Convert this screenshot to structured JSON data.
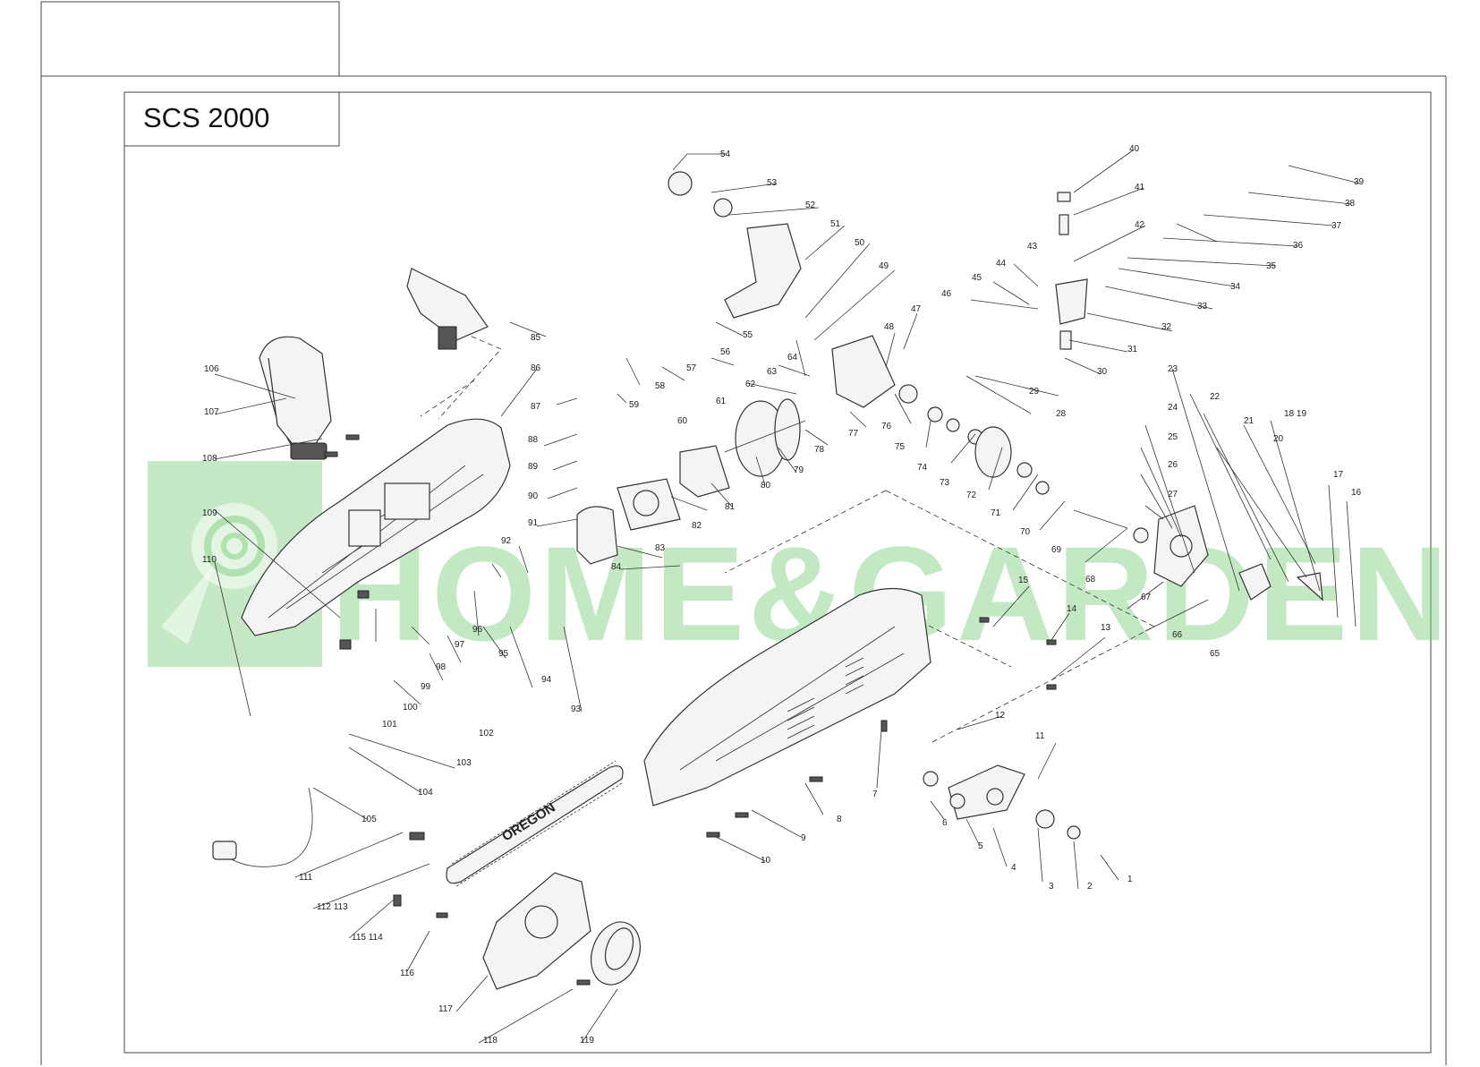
{
  "title": "SCS 2000",
  "watermark": {
    "text": "HOME&GARDEN",
    "color": "#7ccf7c"
  },
  "chain_bar_brand": "OREGON",
  "callouts": {
    "c1": "1",
    "c2": "2",
    "c3": "3",
    "c4": "4",
    "c5": "5",
    "c6": "6",
    "c7": "7",
    "c8": "8",
    "c9": "9",
    "c10": "10",
    "c11": "11",
    "c12": "12",
    "c13": "13",
    "c14": "14",
    "c15": "15",
    "c16": "16",
    "c17": "17",
    "c18_19": "18 19",
    "c20": "20",
    "c21": "21",
    "c22": "22",
    "c23": "23",
    "c24": "24",
    "c25": "25",
    "c26": "26",
    "c27": "27",
    "c28": "28",
    "c29": "29",
    "c30": "30",
    "c31": "31",
    "c32": "32",
    "c33": "33",
    "c34": "34",
    "c35": "35",
    "c36": "36",
    "c37": "37",
    "c38": "38",
    "c39": "39",
    "c40": "40",
    "c41": "41",
    "c42": "42",
    "c43": "43",
    "c44": "44",
    "c45": "45",
    "c46": "46",
    "c47": "47",
    "c48": "48",
    "c49": "49",
    "c50": "50",
    "c51": "51",
    "c52": "52",
    "c53": "53",
    "c54": "54",
    "c55": "55",
    "c56": "56",
    "c57": "57",
    "c58": "58",
    "c59": "59",
    "c60": "60",
    "c61": "61",
    "c62": "62",
    "c63": "63",
    "c64": "64",
    "c65": "65",
    "c66": "66",
    "c67": "67",
    "c68": "68",
    "c69": "69",
    "c70": "70",
    "c71": "71",
    "c72": "72",
    "c73": "73",
    "c74": "74",
    "c75": "75",
    "c76": "76",
    "c77": "77",
    "c78": "78",
    "c79": "79",
    "c80": "80",
    "c81": "81",
    "c82": "82",
    "c83": "83",
    "c84": "84",
    "c85": "85",
    "c86": "86",
    "c87": "87",
    "c88": "88",
    "c89": "89",
    "c90": "90",
    "c91": "91",
    "c92": "92",
    "c93": "93",
    "c94": "94",
    "c95": "95",
    "c96": "96",
    "c97": "97",
    "c98": "98",
    "c99": "99",
    "c100": "100",
    "c101": "101",
    "c102": "102",
    "c103": "103",
    "c104": "104",
    "c105": "105",
    "c106": "106",
    "c107": "107",
    "c108": "108",
    "c109": "109",
    "c110": "110",
    "c111": "111",
    "c112_113": "112 113",
    "c115_114": "115 114",
    "c116": "116",
    "c117": "117",
    "c118": "118",
    "c119": "119"
  }
}
